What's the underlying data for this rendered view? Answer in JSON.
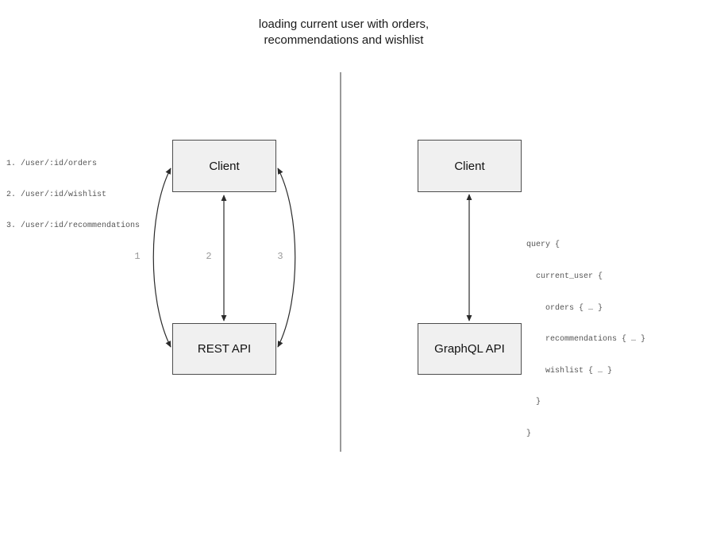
{
  "title": {
    "line1": "loading current user with orders,",
    "line2": "recommendations and wishlist"
  },
  "rest_panel": {
    "endpoints": [
      "1. /user/:id/orders",
      "2. /user/:id/wishlist",
      "3. /user/:id/recommendations"
    ],
    "client_label": "Client",
    "api_label": "REST API",
    "arrow_labels": [
      "1",
      "2",
      "3"
    ]
  },
  "graphql_panel": {
    "client_label": "Client",
    "api_label": "GraphQL API",
    "query_lines": [
      "query {",
      "  current_user {",
      "    orders { … }",
      "    recommendations { … }",
      "    wishlist { … }",
      "  }",
      "}"
    ]
  },
  "colors": {
    "node_fill": "#f0f0f0",
    "node_border": "#4d4d4d",
    "arrow": "#2b2b2b",
    "divider": "#6e6e6e",
    "code_text": "#555555",
    "arrow_label_text": "#999999",
    "title_text": "#1a1a1a"
  }
}
